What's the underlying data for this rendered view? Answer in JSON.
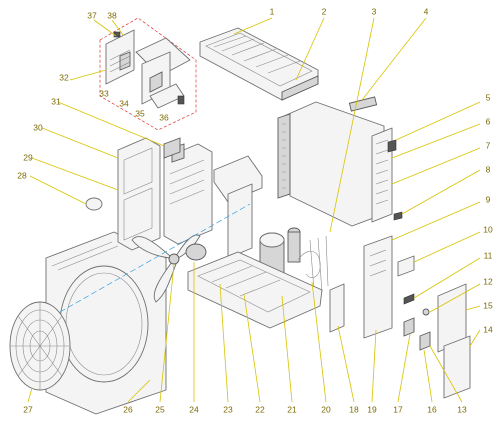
{
  "callouts": [
    "1",
    "2",
    "3",
    "4",
    "5",
    "6",
    "7",
    "8",
    "9",
    "10",
    "11",
    "12",
    "13",
    "14",
    "15",
    "16",
    "17",
    "18",
    "19",
    "20",
    "21",
    "22",
    "23",
    "24",
    "25",
    "26",
    "27",
    "28",
    "29",
    "30",
    "31",
    "32",
    "33",
    "34",
    "35",
    "36",
    "37",
    "38"
  ],
  "colors": {
    "leader": "#d8c300",
    "callout_text": "#7a6a00",
    "group_box": "#e03030",
    "axis": "#3aa0e0",
    "line": "#6f6f6f"
  }
}
